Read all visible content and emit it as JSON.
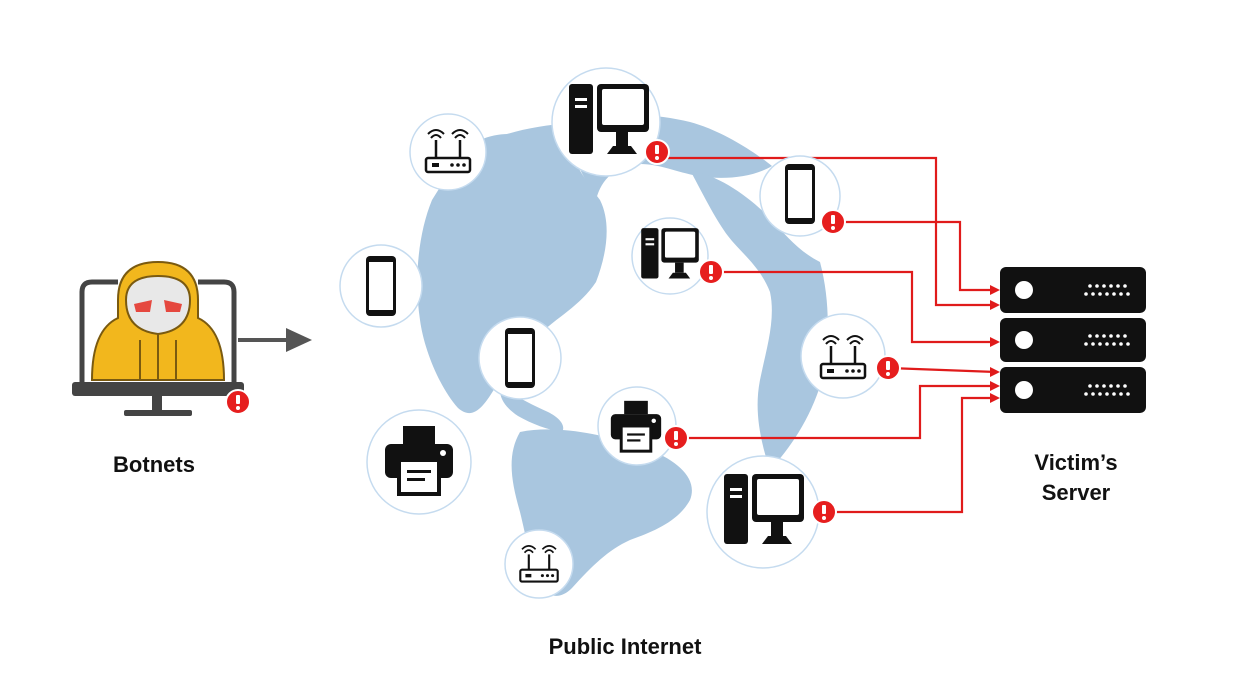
{
  "labels": {
    "botnets": "Botnets",
    "public_internet": "Public Internet",
    "victim_server_line1": "Victim’s",
    "victim_server_line2": "Server"
  },
  "colors": {
    "globe": "#a9c6df",
    "attack_line": "#e01b1b",
    "alert_badge": "#e61e1e",
    "hacker_hood": "#f2b71d",
    "hacker_eyes": "#e5483f",
    "device_circle_border": "#c5dbef",
    "server_rack": "#111111",
    "device_fill": "#111111"
  },
  "devices": [
    {
      "id": "pc-top",
      "icon": "desktop-computer-icon",
      "alert": true
    },
    {
      "id": "phone-top-right",
      "icon": "smartphone-icon",
      "alert": true
    },
    {
      "id": "router-top-left",
      "icon": "wifi-router-icon",
      "alert": false
    },
    {
      "id": "pc-mid",
      "icon": "desktop-computer-icon",
      "alert": true
    },
    {
      "id": "phone-left",
      "icon": "smartphone-icon",
      "alert": false
    },
    {
      "id": "phone-center",
      "icon": "smartphone-icon",
      "alert": false
    },
    {
      "id": "router-right",
      "icon": "wifi-router-icon",
      "alert": true
    },
    {
      "id": "printer-left",
      "icon": "printer-icon",
      "alert": false
    },
    {
      "id": "printer-mid",
      "icon": "printer-icon",
      "alert": true
    },
    {
      "id": "pc-bottom",
      "icon": "desktop-computer-icon",
      "alert": true
    },
    {
      "id": "router-bottom",
      "icon": "wifi-router-icon",
      "alert": false
    }
  ],
  "server": {
    "icon": "server-rack-icon",
    "units": 3
  }
}
